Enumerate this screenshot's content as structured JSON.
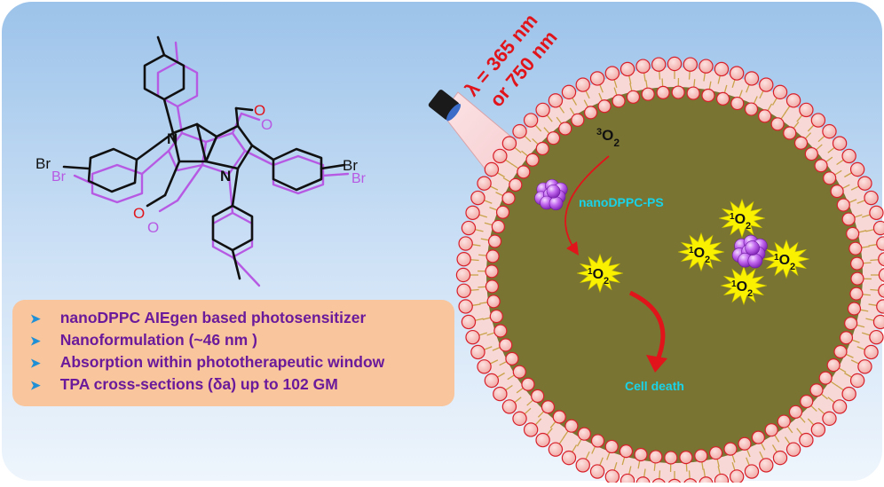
{
  "wavelength": {
    "line1": "λ = 365 nm",
    "line2": "or 750 nm"
  },
  "molecule": {
    "br_black": "Br",
    "br_purple": "Br",
    "n_label": "N",
    "o_label": "O"
  },
  "triplet_oxygen": {
    "sup": "3",
    "base": "O",
    "sub": "2"
  },
  "singlet_oxygen": {
    "sup": "1",
    "base": "O",
    "sub": "2"
  },
  "nano_label": "nanoDPPC-PS",
  "cell_death_label": "Cell death",
  "bullets": [
    "nanoDPPC AIEgen based photosensitizer",
    "Nanoformulation (~46 nm )",
    "Absorption within  phototherapeutic window",
    "TPA cross-sections (δa) up to 102 GM"
  ],
  "colors": {
    "background_top": "#9cc3ea",
    "background_bottom": "#e8f1fb",
    "cell_interior": "#7a7433",
    "lipid_head": "#f4b7b3",
    "lipid_outline": "#d8202a",
    "label_red": "#e0141a",
    "label_cyan": "#19d3e8",
    "star_yellow": "#f9f100",
    "nanoparticle": "#b957e8",
    "bullet_text": "#6a1a9a",
    "bullet_arrow": "#1f8fd6",
    "info_box": "#f8c59c"
  }
}
